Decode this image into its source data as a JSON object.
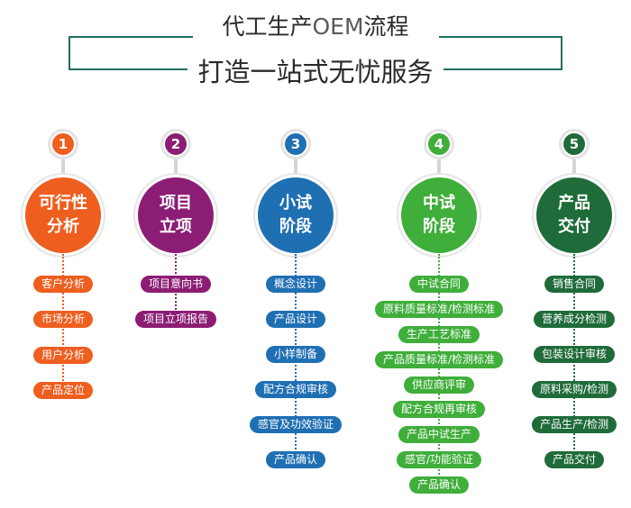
{
  "title": {
    "line1_prefix": "代工生产",
    "line1_en": "OEM",
    "line1_suffix": "流程",
    "line2": "打造一站式无忧服务"
  },
  "colors": {
    "frame": "#1f6f63",
    "orange": "#ee5e1f",
    "purple": "#8c1d74",
    "blue": "#1f6fb3",
    "green": "#3fae3a",
    "dark_green": "#1f6b3a"
  },
  "stages": [
    {
      "number": "1",
      "line1": "可行性",
      "line2": "分析",
      "items": [
        "客户分析",
        "市场分析",
        "用户分析",
        "产品定位"
      ]
    },
    {
      "number": "2",
      "line1": "项目",
      "line2": "立项",
      "items": [
        "项目意向书",
        "项目立项报告"
      ]
    },
    {
      "number": "3",
      "line1": "小试",
      "line2": "阶段",
      "items": [
        "概念设计",
        "产品设计",
        "小样制备",
        "配方合规审核",
        "感官及功效验证",
        "产品确认"
      ]
    },
    {
      "number": "4",
      "line1": "中试",
      "line2": "阶段",
      "items": [
        "中试合同",
        "原料质量标准/检测标准",
        "生产工艺标准",
        "产品质量标准/检测标准",
        "供应商评审",
        "配方合规再审核",
        "产品中试生产",
        "感官/功能验证",
        "产品确认"
      ]
    },
    {
      "number": "5",
      "line1": "产品",
      "line2": "交付",
      "items": [
        "销售合同",
        "营养成分检测",
        "包装设计审核",
        "原料采购/检测",
        "产品生产/检测",
        "产品交付"
      ]
    }
  ]
}
